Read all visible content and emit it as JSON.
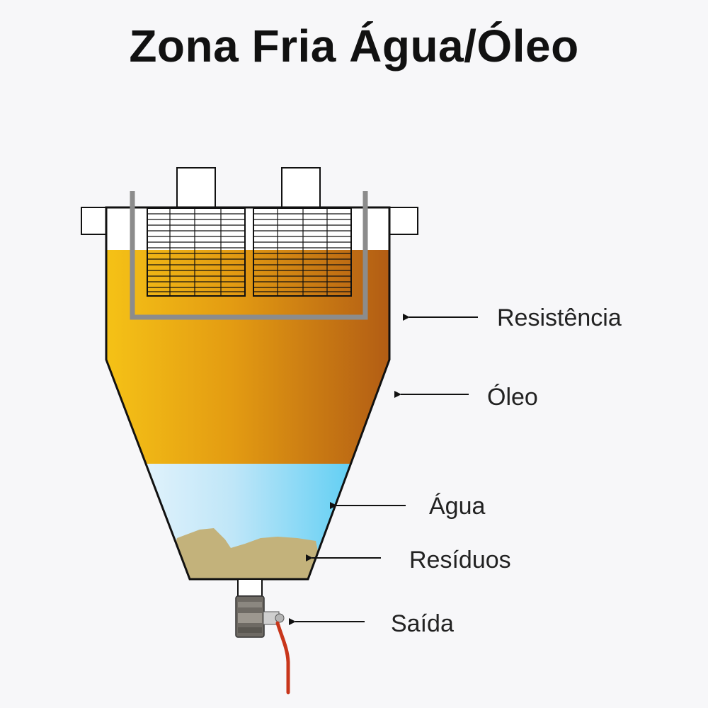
{
  "title": "Zona Fria Água/Óleo",
  "labels": {
    "resistencia": "Resistência",
    "oleo": "Óleo",
    "agua": "Água",
    "residuos": "Resíduos",
    "saida": "Saída"
  },
  "colors": {
    "oil_light": "#f6c417",
    "oil_dark": "#b05a14",
    "water_light": "#f2f8fd",
    "water_dark": "#3ec6f2",
    "residue": "#c3b27b",
    "heater": "#8c8c8c",
    "valve_handle": "#c8361b",
    "outline": "#111111"
  }
}
